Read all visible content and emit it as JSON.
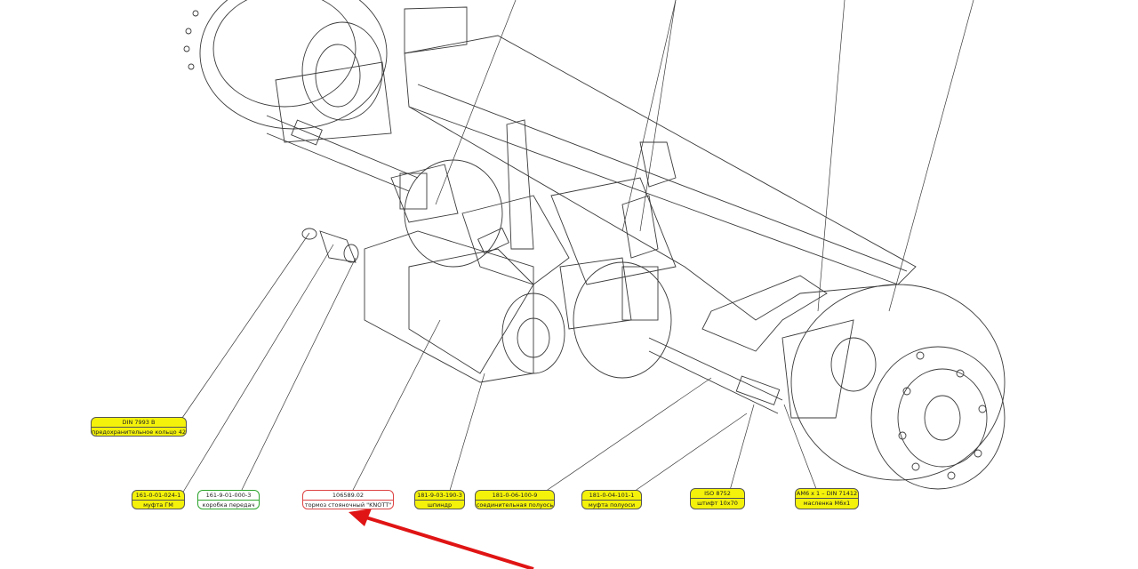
{
  "callouts": [
    {
      "id": "c1",
      "code": "DIN 7993 B",
      "desc": "предохранительное кольцо 42",
      "highlight": "yellow"
    },
    {
      "id": "c2",
      "code": "161-0-01-024-1",
      "desc": "муфта ГМ",
      "highlight": "yellow"
    },
    {
      "id": "c3",
      "code": "161-9-01-000-3",
      "desc": "коробка передач",
      "highlight": "green"
    },
    {
      "id": "c4",
      "code": "106589.02",
      "desc": "тормоз стояночный \"KNOTT\"",
      "highlight": "red"
    },
    {
      "id": "c5",
      "code": "181-9-03-190-3",
      "desc": "шпиндр",
      "highlight": "yellow"
    },
    {
      "id": "c6",
      "code": "181-0-06-100-9",
      "desc": "соединительная полуось",
      "highlight": "yellow"
    },
    {
      "id": "c7",
      "code": "181-0-04-101-1",
      "desc": "муфта полуоси",
      "highlight": "yellow"
    },
    {
      "id": "c8",
      "code": "ISO 8752",
      "desc": "штифт 10x70",
      "highlight": "yellow"
    },
    {
      "id": "c9",
      "code": "АМ6 х 1 – DIN 71412",
      "desc": "масленка М6х1",
      "highlight": "yellow"
    }
  ],
  "colors": {
    "line": "#3a3a3a",
    "yellow": "#f4f20a",
    "green": "#2ea52e",
    "red_box": "#d44444",
    "arrow": "#e01414"
  },
  "annotation": {
    "type": "arrow",
    "color": "#e01414",
    "target_callout": "c4"
  }
}
